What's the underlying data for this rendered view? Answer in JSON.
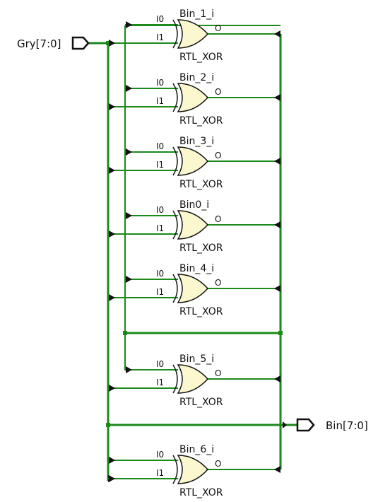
{
  "ports": {
    "input": "Gry[7:0]",
    "output": "Bin[7:0]"
  },
  "pins": {
    "in0": "I0",
    "in1": "I1",
    "out": "O"
  },
  "gates": [
    {
      "name": "Bin_1_i",
      "type": "RTL_XOR"
    },
    {
      "name": "Bin_2_i",
      "type": "RTL_XOR"
    },
    {
      "name": "Bin_3_i",
      "type": "RTL_XOR"
    },
    {
      "name": "Bin0_i",
      "type": "RTL_XOR"
    },
    {
      "name": "Bin_4_i",
      "type": "RTL_XOR"
    },
    {
      "name": "Bin_5_i",
      "type": "RTL_XOR"
    },
    {
      "name": "Bin_6_i",
      "type": "RTL_XOR"
    }
  ],
  "colors": {
    "wire": "#1a8a1a",
    "gate_fill": "#fbf8cf",
    "stroke": "#111111"
  }
}
